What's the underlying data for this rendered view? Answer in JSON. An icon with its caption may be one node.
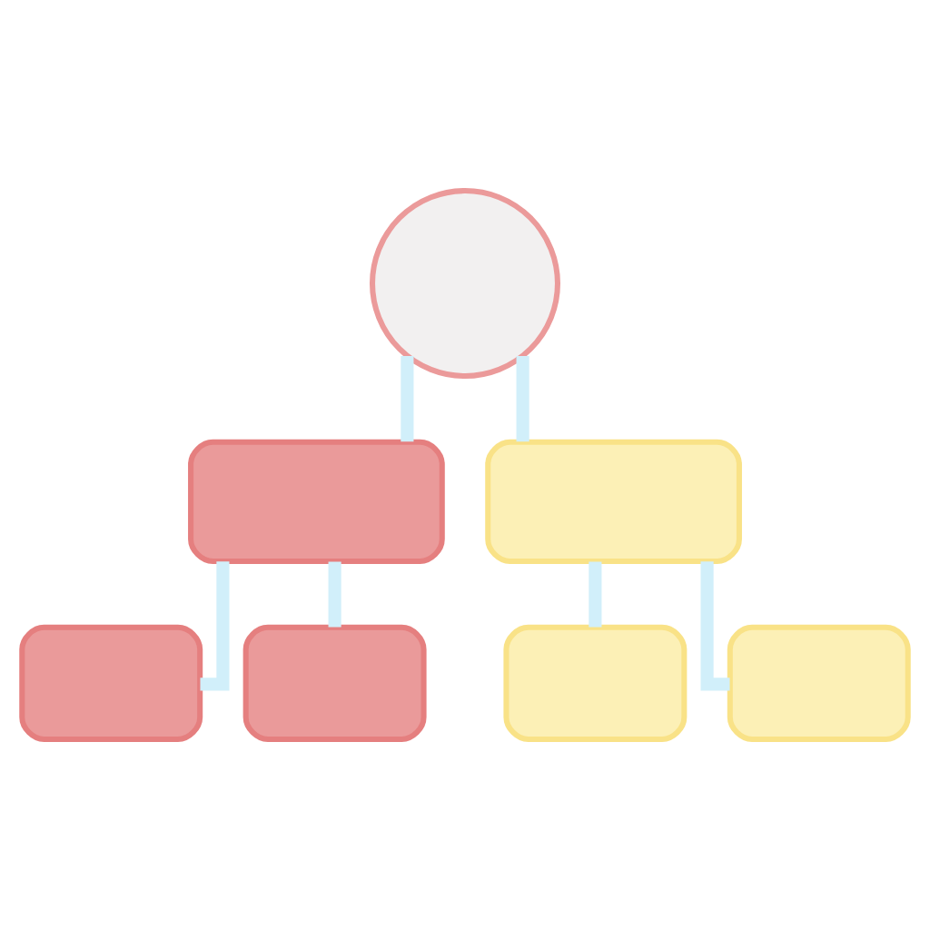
{
  "diagram": {
    "nodes": [
      {
        "text": [],
        "shape": "circle"
      },
      {
        "text": [],
        "shape": "box"
      },
      {
        "text": [],
        "shape": "box"
      },
      {
        "text": [],
        "shape": "box"
      },
      {
        "text": [],
        "shape": "box"
      },
      {
        "text": [],
        "shape": "box"
      },
      {
        "text": [],
        "shape": "box"
      }
    ],
    "edges": [
      {
        "from": 0,
        "to": 1,
        "arrow": "none"
      },
      {
        "from": 0,
        "to": 2,
        "arrow": "none"
      },
      {
        "from": 1,
        "to": 3,
        "arrow": "none"
      },
      {
        "from": 1,
        "to": 4,
        "arrow": "none"
      },
      {
        "from": 2,
        "to": 5,
        "arrow": "none"
      },
      {
        "from": 2,
        "to": 6,
        "arrow": "none"
      }
    ]
  }
}
